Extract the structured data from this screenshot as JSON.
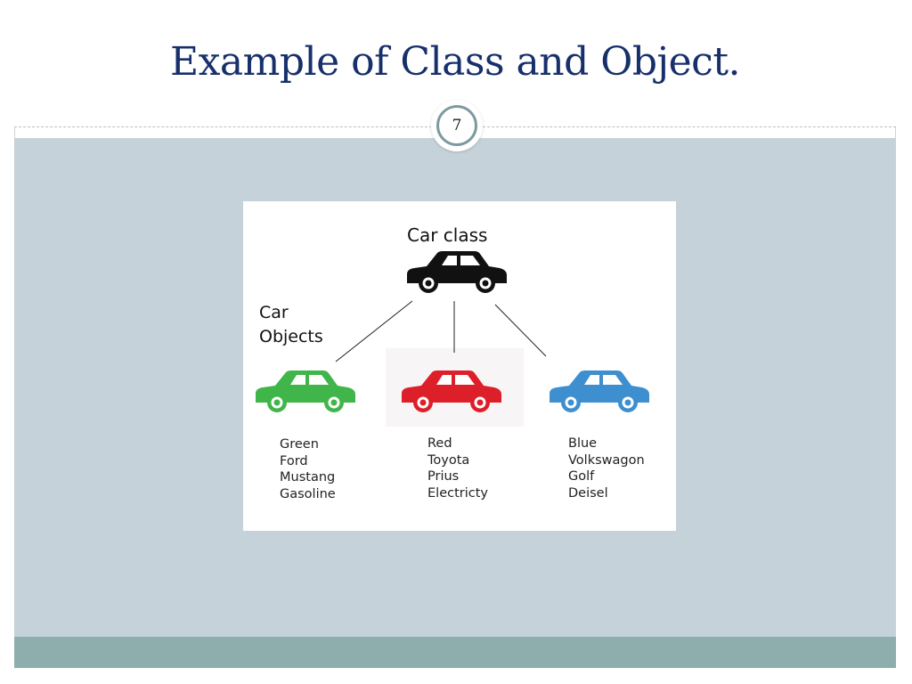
{
  "slide": {
    "title": "Example of Class and Object.",
    "page_number": "7"
  },
  "diagram": {
    "class_label": "Car class",
    "objects_label": "Car Objects",
    "colors": {
      "class_car": "#111111",
      "green_car": "#3fb54a",
      "red_car": "#dd1f2a",
      "blue_car": "#3d8fcf"
    },
    "objects": [
      {
        "attributes": [
          "Green",
          "Ford",
          "Mustang",
          "Gasoline"
        ]
      },
      {
        "attributes": [
          "Red",
          "Toyota",
          "Prius",
          "Electricty"
        ]
      },
      {
        "attributes": [
          "Blue",
          "Volkswagon",
          "Golf",
          "Deisel"
        ]
      }
    ]
  }
}
